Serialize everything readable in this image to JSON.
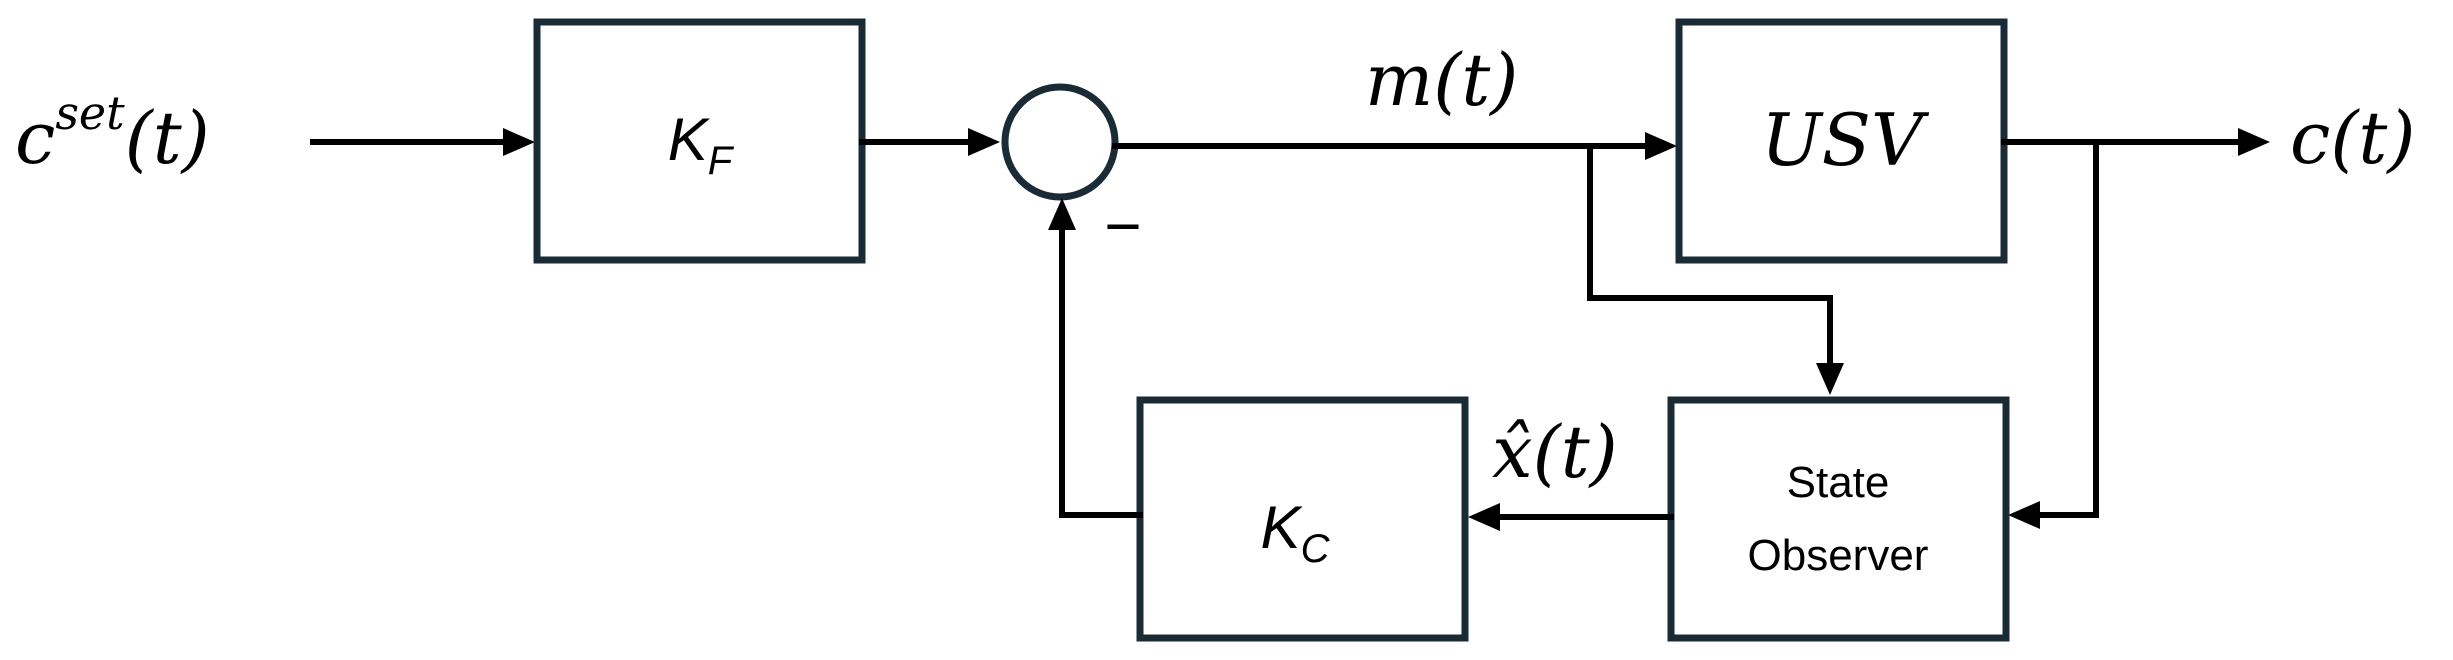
{
  "diagram": {
    "blocks": {
      "kf": {
        "label": "K",
        "sub": "F"
      },
      "usv": {
        "label": "USV"
      },
      "kc": {
        "label": "K",
        "sub": "C"
      },
      "observer": {
        "line1": "State",
        "line2": "Observer"
      }
    },
    "signals": {
      "input": {
        "base": "c",
        "sup": "set",
        "arg": "(t)"
      },
      "m": "m(t)",
      "output": "c(t)",
      "xhat": "x̂(t)"
    },
    "summing_junction": {
      "minus_sign": "−"
    }
  }
}
